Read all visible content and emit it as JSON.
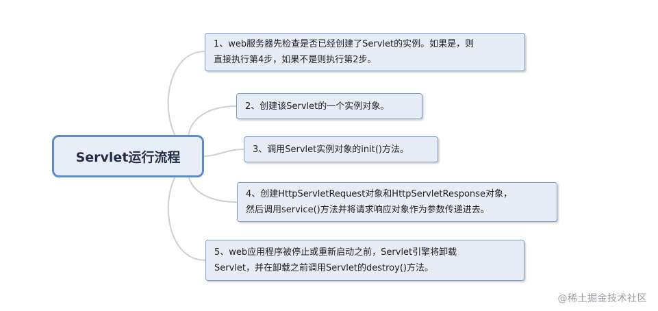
{
  "diagram": {
    "root": {
      "label": "Servlet运行流程"
    },
    "steps": [
      {
        "id": "step-1",
        "text": "1、web服务器先检查是否已经创建了Servlet的实例。如果是，则\n直接执行第4步，如果不是则执行第2步。"
      },
      {
        "id": "step-2",
        "text": "2、创建该Servlet的一个实例对象。"
      },
      {
        "id": "step-3",
        "text": "3、调用Servlet实例对象的init()方法。"
      },
      {
        "id": "step-4",
        "text": "4、创建HttpServletRequest对象和HttpServletResponse对象，\n然后调用service()方法并将请求响应对象作为参数传递进去。"
      },
      {
        "id": "step-5",
        "text": "5、web应用程序被停止或重新启动之前，Servlet引擎将卸载\nServlet，并在卸载之前调用Servlet的destroy()方法。"
      }
    ],
    "colors": {
      "connector": "#c9d0d8",
      "root_border": "#5b8cc8",
      "node_fill": "#e6edf7",
      "node_border": "#7f9ec6"
    }
  },
  "watermark": {
    "text": "@稀土掘金技术社区"
  }
}
